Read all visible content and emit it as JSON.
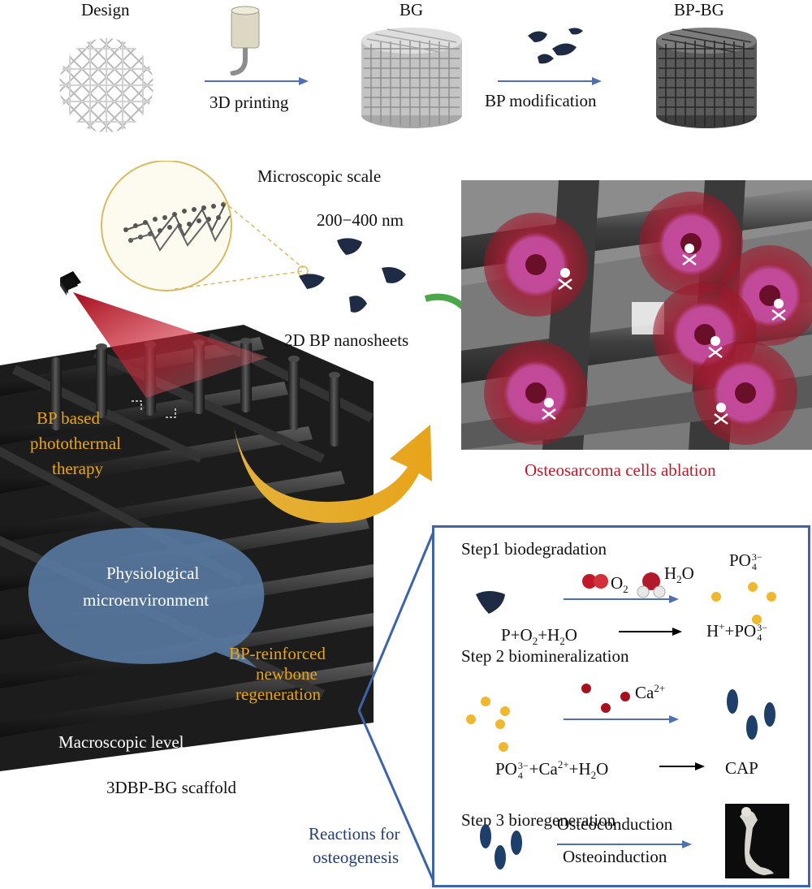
{
  "top_row": {
    "design_label": "Design",
    "bg_label": "BG",
    "bpbg_label": "BP-BG",
    "step1_label": "3D printing",
    "step2_label": "BP modification"
  },
  "nano": {
    "microscopic_scale": "Microscopic scale",
    "size_range": "200−400 nm",
    "nanosheets_label": "2D BP nanosheets"
  },
  "ablation_label": "Osteosarcoma cells ablation",
  "scaffold": {
    "photothermal_line1": "BP based",
    "photothermal_line2": "photothermal",
    "photothermal_line3": "therapy",
    "physio_line1": "Physiological",
    "physio_line2": "microenvironment",
    "newbone_line1": "BP-reinforced",
    "newbone_line2": "newbone",
    "newbone_line3": "regeneration",
    "macroscopic": "Macroscopic level",
    "caption": "3DBP-BG scaffold"
  },
  "reactions": {
    "caption_line1": "Reactions for",
    "caption_line2": "osteogenesis",
    "step1": {
      "title": "Step1 biodegradation",
      "o2": "O",
      "o2_sub": "2",
      "h2o": "H",
      "h2o_sub": "2",
      "h2o_tail": "O",
      "po4": "PO",
      "po4_sub": "4",
      "po4_sup": "3−",
      "eq_left": "P+O",
      "eq_left_sub": "2",
      "eq_left_mid": "+H",
      "eq_left_sub2": "2",
      "eq_left_tail": "O",
      "eq_right_h": "H",
      "eq_right_hsup": "+",
      "eq_right_plus": "+PO",
      "eq_right_sub": "4",
      "eq_right_sup": "3−"
    },
    "step2": {
      "title": "Step 2 biomineralization",
      "ca": "Ca",
      "ca_sup": "2+",
      "eq_left_po": "PO",
      "eq_left_sub": "4",
      "eq_left_sup": "3−",
      "eq_left_ca": "+Ca",
      "eq_left_casup": "2+",
      "eq_left_tail": "+H",
      "eq_left_hsub": "2",
      "eq_left_o": "O",
      "product": "CAP"
    },
    "step3": {
      "title": "Step 3 bioregeneration",
      "conduction": "Osteoconduction",
      "induction": "Osteoinduction"
    }
  },
  "colors": {
    "accent_orange": "#e8a41a",
    "ablation_red": "#c0182a",
    "panel_border": "#3d63a8",
    "arrow_blue": "#4f6fae",
    "navy_text": "#233f73",
    "pink_cell": "#c8489c"
  }
}
